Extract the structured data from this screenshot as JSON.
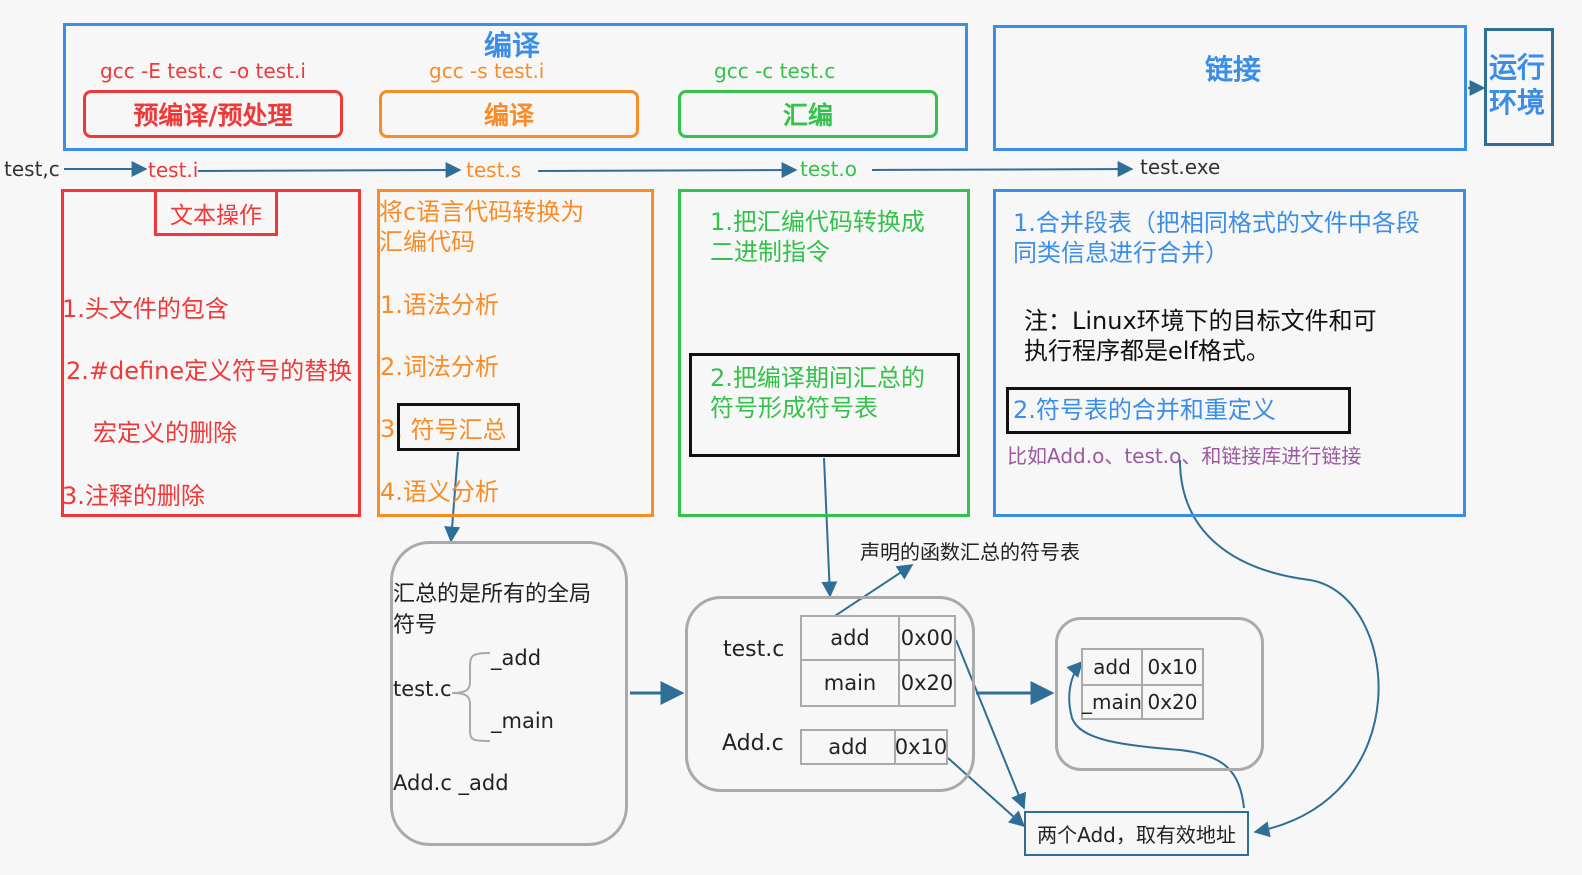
{
  "colors": {
    "blue": "#3b8ee8",
    "red": "#f03838",
    "orange": "#f98c26",
    "green": "#33c24a",
    "gray": "#aaaaaa",
    "link": "#2f6f97",
    "purple": "#9b5aa0",
    "text": "#222222"
  },
  "top": {
    "compile_title": "编译",
    "link_title": "链接",
    "runtime_title": "运行\n环境",
    "cmd_preprocess": "gcc -E test.c  -o  test.i",
    "cmd_compile": "gcc -s   test.i",
    "cmd_assemble": "gcc -c test.c",
    "stage_preprocess": "预编译/预处理",
    "stage_compile": "编译",
    "stage_assemble": "汇编"
  },
  "flow": {
    "src": "test,c",
    "i": "test.i",
    "s": "test.s",
    "o": "test.o",
    "exe": "test.exe"
  },
  "pre": {
    "label": "文本操作",
    "item1": "1.头文件的包含",
    "item2": "2.#define定义符号的替换",
    "item2b": "宏定义的删除",
    "item3": "3.注释的删除"
  },
  "comp": {
    "desc": "将c语言代码转换为\n汇编代码",
    "item1": "1.语法分析",
    "item2": "2.词法分析",
    "item3_num": "3.",
    "item3_box": "符号汇总",
    "item4": "4.语义分析"
  },
  "asm": {
    "item1": "1.把汇编代码转换成\n二进制指令",
    "item2": "2.把编译期间汇总的\n符号形成符号表"
  },
  "link": {
    "item1": "1.合并段表（把相同格式的文件中各段\n同类信息进行合并）",
    "note": "注：Linux环境下的目标文件和可\n执行程序都是elf格式。",
    "item2": "2.符号表的合并和重定义",
    "example": "比如Add.o、test.o、和链接库进行链接"
  },
  "summary": {
    "text": "汇总的是所有的全局\n符号",
    "test_c": "test.c",
    "sym_add": "_add",
    "sym_main": "_main",
    "add_c": "Add.c _add"
  },
  "symtab": {
    "annotation": "声明的函数汇总的符号表",
    "test_c": "test.c",
    "add_c": "Add.c",
    "rows": [
      {
        "name": "add",
        "addr": "0x00"
      },
      {
        "name": "main",
        "addr": "0x20"
      }
    ],
    "add_row": {
      "name": "add",
      "addr": "0x10"
    }
  },
  "merged": {
    "rows": [
      {
        "name": "add",
        "addr": "0x10"
      },
      {
        "name": "_main",
        "addr": "0x20"
      }
    ]
  },
  "result": {
    "text": "两个Add，取有效地址"
  }
}
